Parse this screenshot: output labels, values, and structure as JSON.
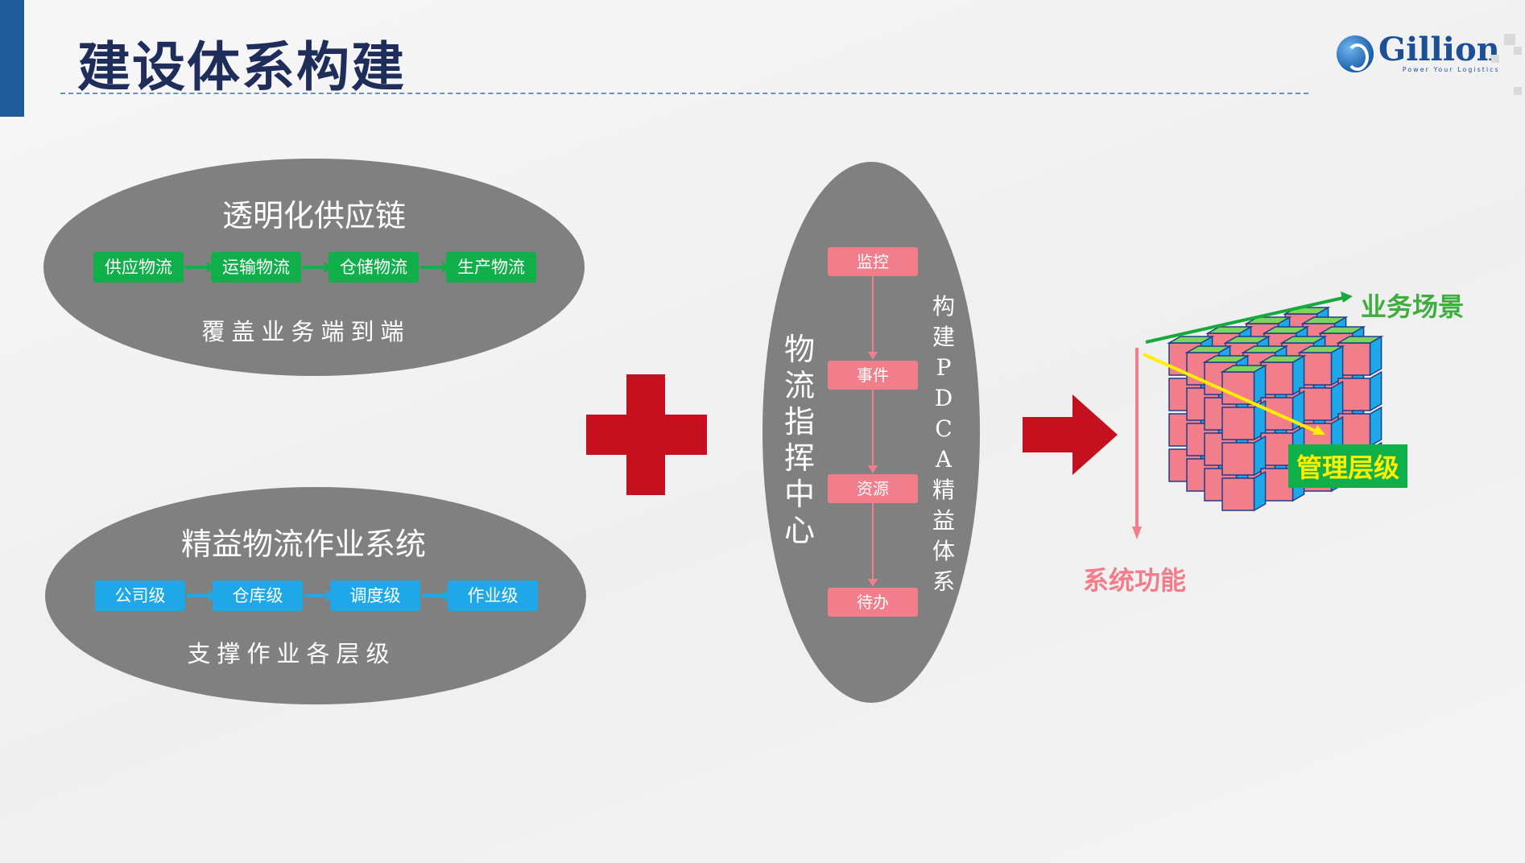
{
  "header": {
    "title": "建设体系构建",
    "logo_name": "Gillion",
    "logo_tagline": "Power Your Logistics"
  },
  "supply_chain": {
    "title": "透明化供应链",
    "steps": [
      "供应物流",
      "运输物流",
      "仓储物流",
      "生产物流"
    ],
    "caption": "覆盖业务端到端"
  },
  "lean_system": {
    "title": "精益物流作业系统",
    "levels": [
      "公司级",
      "仓库级",
      "调度级",
      "作业级"
    ],
    "caption": "支撑作业各层级"
  },
  "command_center": {
    "name_chars": [
      "物",
      "流",
      "指",
      "挥",
      "中",
      "心"
    ],
    "flow": [
      "监控",
      "事件",
      "资源",
      "待办"
    ],
    "pdca_chars": [
      "构",
      "建",
      "P",
      "D",
      "C",
      "A",
      "精",
      "益",
      "体",
      "系"
    ]
  },
  "cube": {
    "x_label": "业务场景",
    "y_label": "系统功能",
    "z_label": "管理层级"
  },
  "colors": {
    "title_bar": "#1e5c9c",
    "plus": "#c5101f",
    "chip_green": "#0fb04a",
    "chip_blue": "#1ea8e8",
    "cube_top": "#7ed35a",
    "cube_left": "#f27e8c",
    "cube_right": "#1ea8e8"
  }
}
